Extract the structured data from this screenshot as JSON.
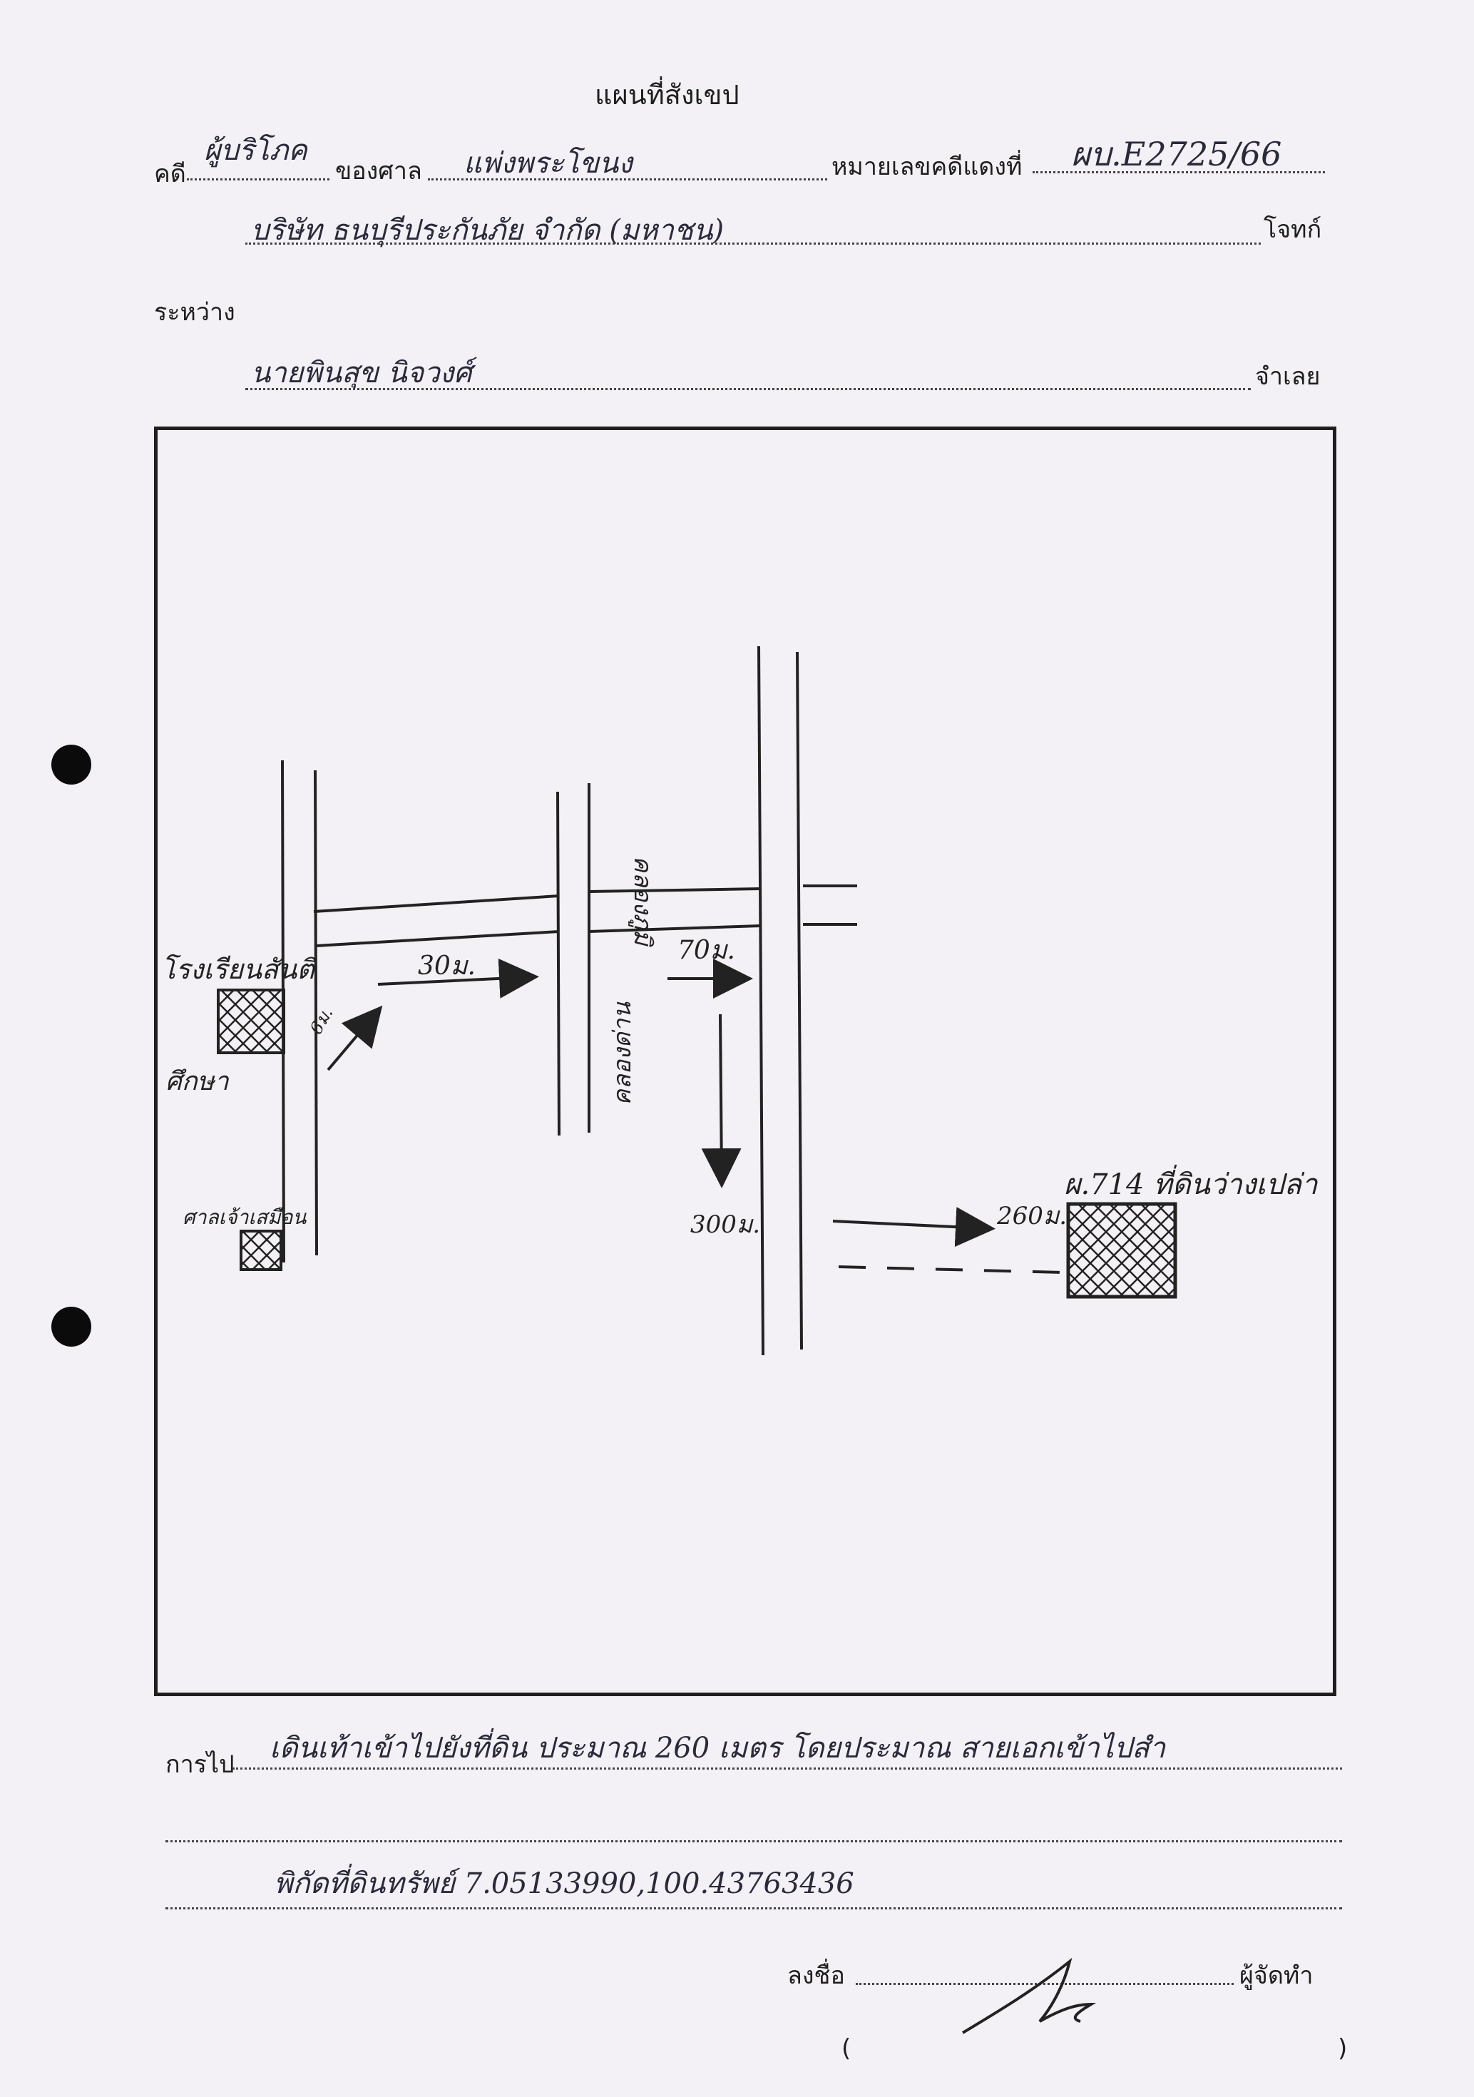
{
  "header": {
    "title": "แผนที่สังเขป",
    "case_type_label": "คดี",
    "case_type_value": "ผู้บริโภค",
    "court_label": "ของศาล",
    "court_value": "แพ่งพระโขนง",
    "red_case_label": "หมายเลขคดีแดงที่",
    "red_case_value": "ผบ.E2725/66",
    "plaintiff_value": "บริษัท ธนบุรีประกันภัย จำกัด (มหาชน)",
    "plaintiff_label": "โจทก์",
    "between_label": "ระหว่าง",
    "defendant_value": "นายพินสุข นิจวงศ์",
    "defendant_label": "จำเลย"
  },
  "map": {
    "labels": {
      "school": "โรงเรียนสันติ",
      "school_sub": "ศึกษา",
      "shrine": "ศาลเจ้าเสมือน",
      "canal_upper": "คลองภูมิ",
      "canal_lower": "คลองด่าน",
      "dist_30": "30ม.",
      "dist_6": "6ม.",
      "dist_70": "70ม.",
      "dist_300": "300ม.",
      "dist_260": "260ม.",
      "target": "ผ.714 ที่ดินว่างเปล่า"
    }
  },
  "footer": {
    "directions_label": "การไป",
    "directions_value": "เดินเท้าเข้าไปยังที่ดิน ประมาณ 260 เมตร โดยประมาณ สายเอกเข้าไปสำ",
    "coords_value": "พิกัดที่ดินทรัพย์ 7.05133990,100.43763436",
    "signature_label": "ลงชื่อ",
    "maker_label": "ผู้จัดทำ",
    "paren_open": "(",
    "paren_close": ")"
  }
}
